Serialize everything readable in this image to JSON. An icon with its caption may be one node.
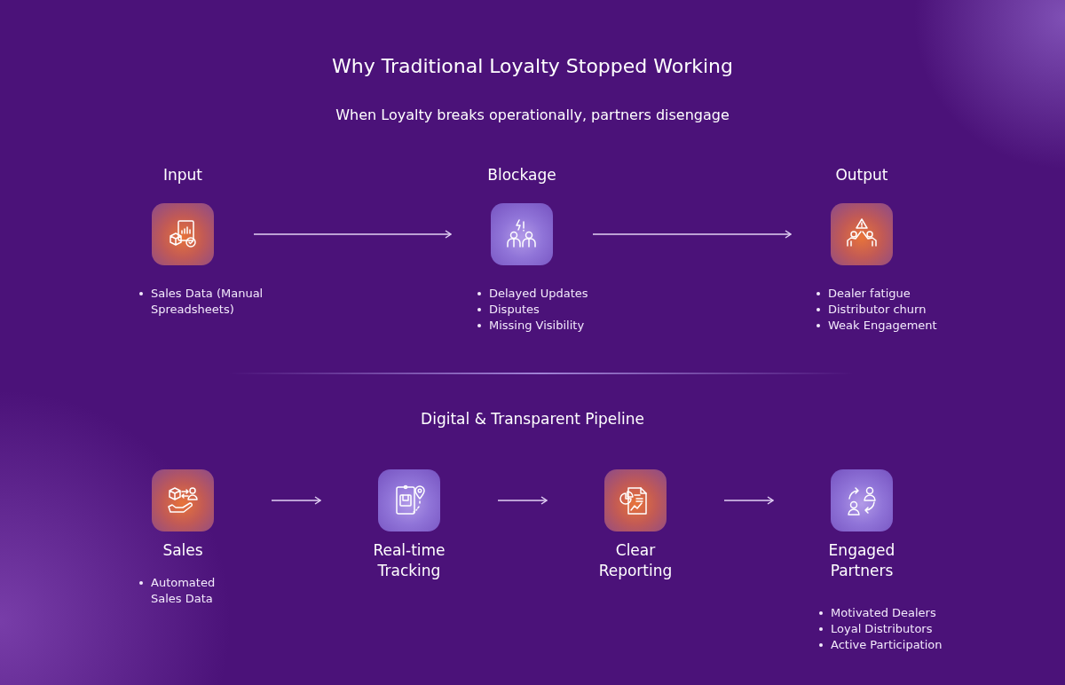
{
  "diagram": {
    "title": "Why Traditional Loyalty Stopped Working",
    "nodes": [
      {
        "text": [
          "Input"
        ],
        "beside": [
          "Sales Data (Manual Spreadsheets)"
        ]
      },
      {
        "text": [
          "Blockage"
        ],
        "beside": [
          "Delayed Updates",
          "Disputes",
          "Missing Visibility"
        ]
      },
      {
        "text": [
          "Output"
        ],
        "beside": [
          "Dealer fatigue",
          "Distributor churn",
          "Weak Engagement"
        ]
      },
      {
        "text": [
          "Sales"
        ],
        "beside": [
          "Automated Sales Data"
        ]
      },
      {
        "text": [
          "Real-time Tracking"
        ]
      },
      {
        "text": [
          "Clear Reporting"
        ]
      },
      {
        "text": [
          "Engaged Partners"
        ],
        "beside": [
          "Motivated Dealers",
          "Loyal Distributors",
          "Active Participation"
        ]
      }
    ],
    "edges": [
      {
        "from": 0,
        "to": 1,
        "arrow": "to"
      },
      {
        "from": 1,
        "to": 2,
        "arrow": "to"
      },
      {
        "from": 3,
        "to": 4,
        "arrow": "to"
      },
      {
        "from": 4,
        "to": 5,
        "arrow": "to"
      },
      {
        "from": 5,
        "to": 6,
        "arrow": "to"
      }
    ],
    "labels": [
      "When Loyalty breaks operationally, partners disengage",
      "Digital & Transparent Pipeline"
    ]
  }
}
